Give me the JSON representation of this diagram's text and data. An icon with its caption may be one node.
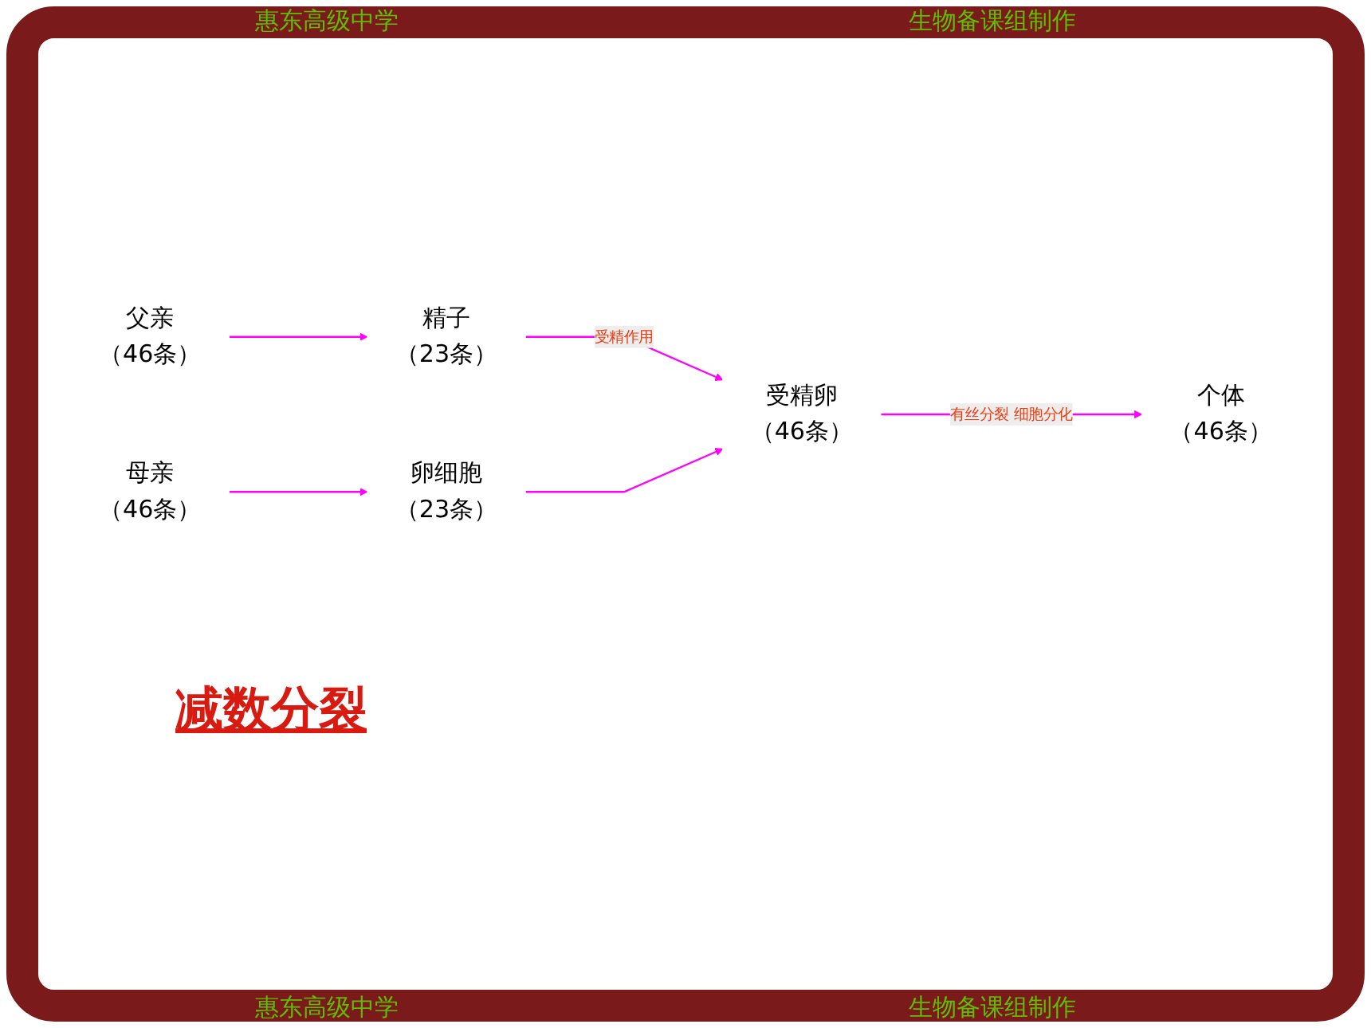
{
  "diagram": {
    "nodes": [
      {
        "text": [
          "父亲",
          "（46条）"
        ]
      },
      {
        "text": [
          "精子",
          "（23条）"
        ]
      },
      {
        "text": [
          "母亲",
          "（46条）"
        ]
      },
      {
        "text": [
          "卵细胞",
          "（23条）"
        ]
      },
      {
        "text": [
          "受精卵",
          "（46条）"
        ]
      },
      {
        "text": [
          "个体",
          "（46条）"
        ]
      }
    ],
    "edges": [
      {
        "from": 0,
        "to": 1,
        "arrow": "to"
      },
      {
        "from": 2,
        "to": 3,
        "arrow": "to"
      },
      {
        "from": 1,
        "to": 4,
        "arrow": "to",
        "label": "受精作用"
      },
      {
        "from": 3,
        "to": 4,
        "arrow": "to"
      },
      {
        "from": 4,
        "to": 5,
        "arrow": "to",
        "label": "有丝分裂 细胞分化"
      }
    ],
    "labels": [
      "惠东高级中学",
      "生物备课组制作",
      "减数分裂",
      "惠东高级中学",
      "生物备课组制作"
    ]
  }
}
